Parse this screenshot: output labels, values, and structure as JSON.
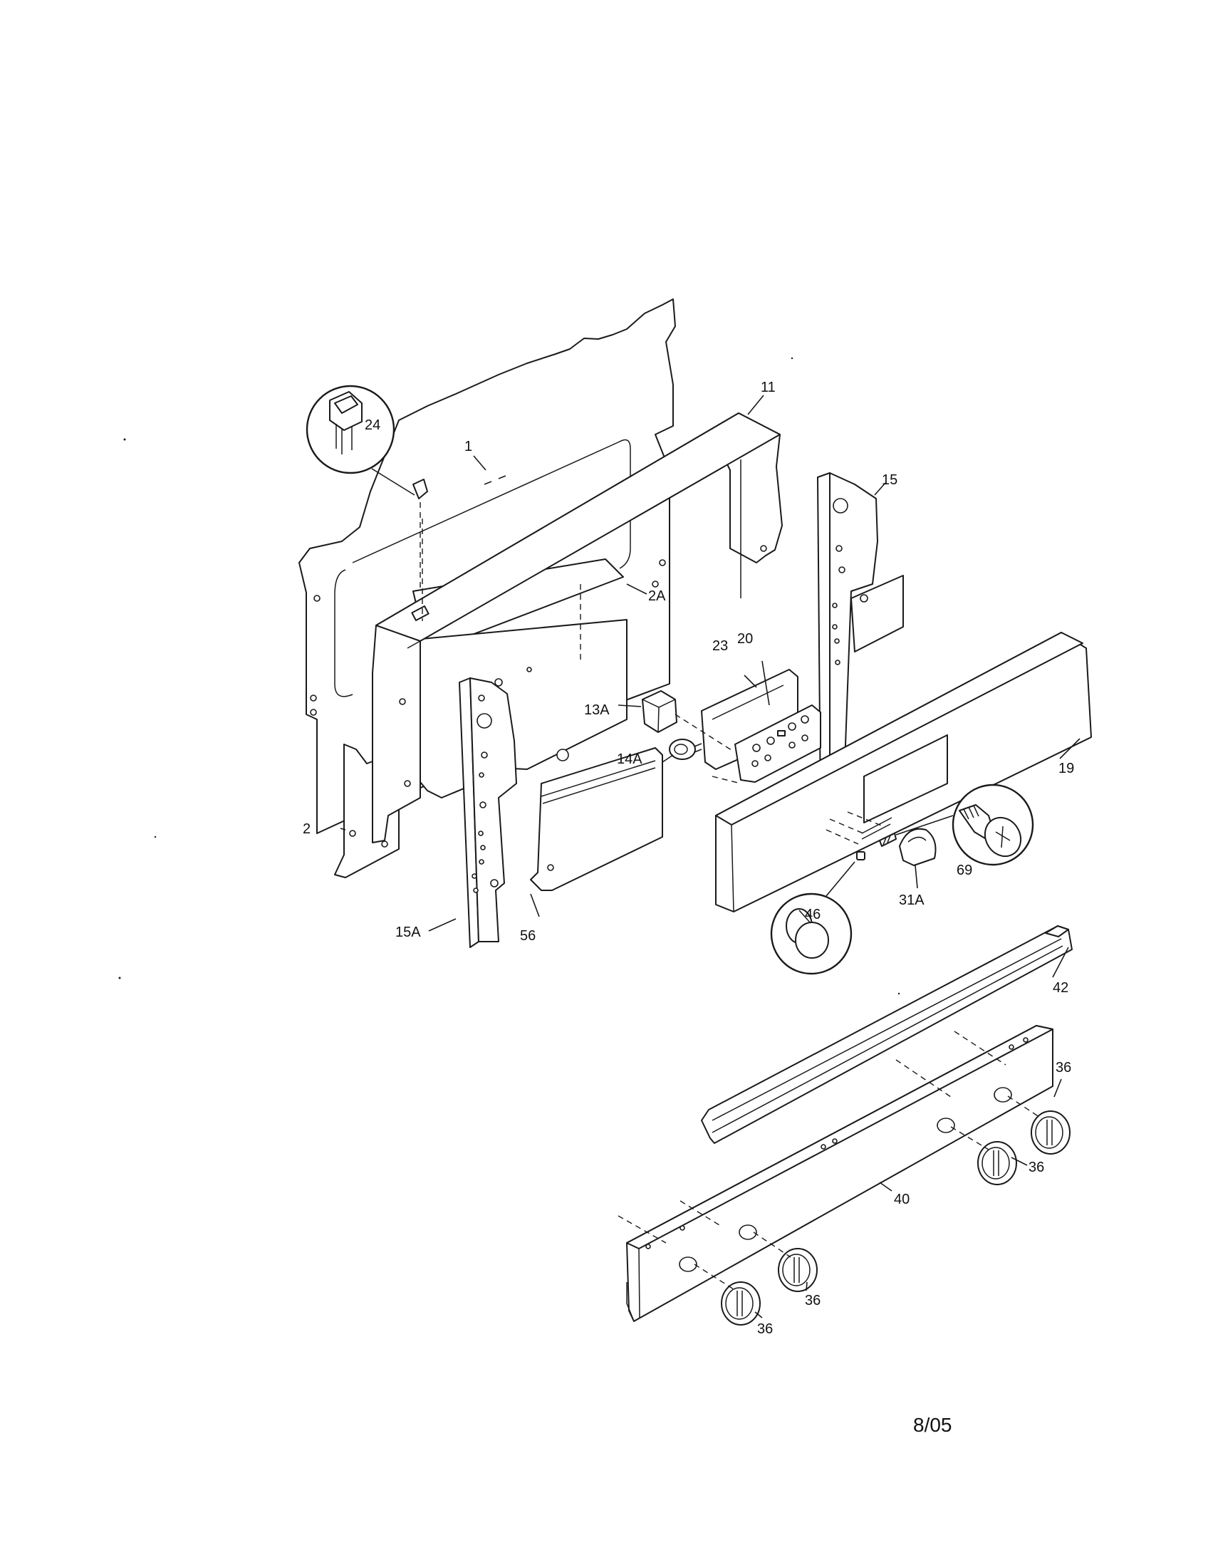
{
  "page_footer": "8/05",
  "callouts": {
    "c1": "1",
    "c2": "2",
    "c2a": "2A",
    "c11": "11",
    "c13a": "13A",
    "c14a": "14A",
    "c15": "15",
    "c15a": "15A",
    "c19": "19",
    "c20": "20",
    "c23": "23",
    "c24": "24",
    "c31a": "31A",
    "c36a": "36",
    "c36b": "36",
    "c36c": "36",
    "c36d": "36",
    "c40": "40",
    "c42": "42",
    "c46": "46",
    "c56": "56",
    "c69": "69"
  }
}
